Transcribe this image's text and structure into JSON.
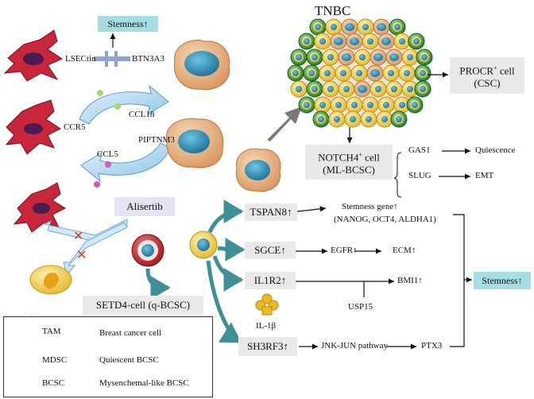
{
  "title": "TNBC",
  "labels": {
    "stemness_top": "Stemness↑",
    "lsectin": "LSECtin",
    "btn3a3": "BTN3A3",
    "ccl18": "CCL18",
    "ccr5": "CCR5",
    "piptnm3": "PIPTNM3",
    "ccl5": "CCL5",
    "alisertib": "Alisertib",
    "setd4": "SETD4",
    "setd4_sup": "+",
    "setd4_rest": " cell (q-BCSC)",
    "procr_line1": "PROCR",
    "procr_sup": "+",
    "procr_line1_rest": " cell",
    "procr_line2": "(CSC)",
    "notch4_line1": "NOTCH4",
    "notch4_sup": "+",
    "notch4_line1_rest": " cell",
    "notch4_line2": "(ML-BCSC)",
    "gas1": "GAS1",
    "quiescence": "Quiescence",
    "slug": "SLUG",
    "emt": "EMT",
    "tspan8": "TSPAN8↑",
    "stemness_gene": "Stemness gene↑",
    "genes": "(NANOG, OCT4, ALDHA1)",
    "sgce": "SGCE↑",
    "egfr": "EGFR↑",
    "ecm": "ECM↑",
    "il1r2": "IL1R2↑",
    "bmi1": "BMI1↑",
    "usp15": "USP15",
    "il1b": "IL-1β",
    "sh3rf3": "SH3RF3↑",
    "jnk": "JNK-JUN pathway",
    "ptx3": "PTX3",
    "stemness_right": "Stemness↑"
  },
  "legend": {
    "tam": "TAM",
    "mdsc": "MDSC",
    "bcsc": "BCSC",
    "breast": "Breast cancer cell",
    "quiescent": "Quiescent BCSC",
    "ml": "Mysenchemal-like BCSC"
  },
  "colors": {
    "teal_box": "#a6dde2",
    "gray_box": "#e9e9e9",
    "arrow_teal": "#3e8f96",
    "tam_red": "#c8263a",
    "cell_tan": "#e8b98c",
    "nucleus_blue": "#2f8fb8",
    "bcsc_yellow": "#f4d35a",
    "ml_green": "#3a9a3a",
    "quiescent_red": "#c8262a"
  }
}
